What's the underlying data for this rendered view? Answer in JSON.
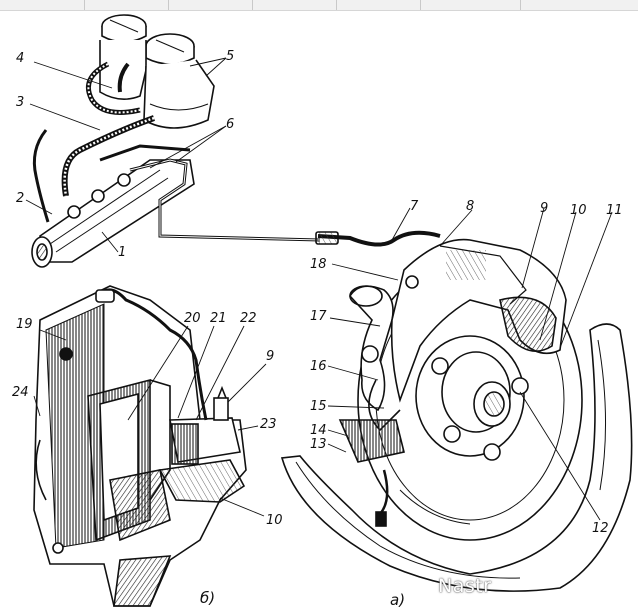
{
  "diagram": {
    "callouts": [
      {
        "id": "c4",
        "text": "4"
      },
      {
        "id": "c5",
        "text": "5"
      },
      {
        "id": "c3",
        "text": "3"
      },
      {
        "id": "c6",
        "text": "6"
      },
      {
        "id": "c2",
        "text": "2"
      },
      {
        "id": "c1",
        "text": "1"
      },
      {
        "id": "c7",
        "text": "7"
      },
      {
        "id": "c8",
        "text": "8"
      },
      {
        "id": "c9a",
        "text": "9"
      },
      {
        "id": "c10a",
        "text": "10"
      },
      {
        "id": "c11",
        "text": "11"
      },
      {
        "id": "c18",
        "text": "18"
      },
      {
        "id": "c17",
        "text": "17"
      },
      {
        "id": "c16",
        "text": "16"
      },
      {
        "id": "c15",
        "text": "15"
      },
      {
        "id": "c14",
        "text": "14"
      },
      {
        "id": "c13",
        "text": "13"
      },
      {
        "id": "c12",
        "text": "12"
      },
      {
        "id": "c19",
        "text": "19"
      },
      {
        "id": "c20",
        "text": "20"
      },
      {
        "id": "c21",
        "text": "21"
      },
      {
        "id": "c22",
        "text": "22"
      },
      {
        "id": "c9b",
        "text": "9"
      },
      {
        "id": "c24",
        "text": "24"
      },
      {
        "id": "c23",
        "text": "23"
      },
      {
        "id": "c10b",
        "text": "10"
      }
    ],
    "sublabels": {
      "b": "б)",
      "a": "а)"
    },
    "watermark": "Nastr"
  },
  "colors": {
    "ink": "#111111",
    "paper": "#ffffff",
    "hatch": "#555555"
  }
}
